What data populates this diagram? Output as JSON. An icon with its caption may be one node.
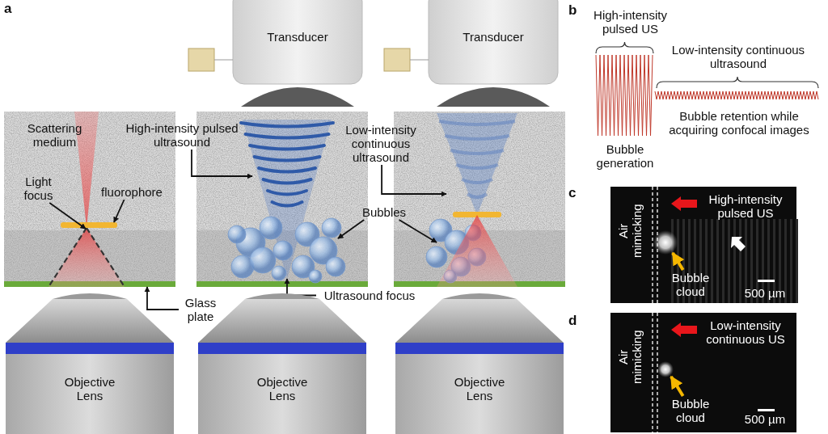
{
  "diagram": {
    "nodes": [
      {
        "text": [
          "Transducer"
        ]
      },
      {
        "text": [
          "Transducer"
        ]
      },
      {
        "text": [
          "Light focus"
        ]
      },
      {
        "text": [
          "fluorophore"
        ]
      },
      {
        "text": [
          "High-intensity pulsed ultrasound"
        ]
      },
      {
        "text": [
          "Low-intensity continuous ultrasound"
        ]
      },
      {
        "text": [
          "Bubbles"
        ]
      },
      {
        "text": [
          "Glass plate"
        ]
      },
      {
        "text": [
          "Ultrasound focus"
        ]
      },
      {
        "text": [
          "Objective Lens"
        ]
      },
      {
        "text": [
          "Objective Lens"
        ]
      },
      {
        "text": [
          "Objective Lens"
        ]
      },
      {
        "text": [
          "Bubble cloud"
        ]
      },
      {
        "text": [
          "Bubble cloud"
        ]
      },
      {
        "text": [],
        "shape": "cone"
      },
      {
        "text": [],
        "shape": "bar"
      },
      {
        "text": [],
        "shape": "picture"
      },
      {
        "text": [],
        "shape": "picture"
      },
      {
        "text": [],
        "shape": "picture"
      },
      {
        "text": [],
        "shape": "picture"
      },
      {
        "text": [],
        "shape": "bar"
      },
      {
        "text": [],
        "shape": "picture"
      },
      {
        "text": [],
        "shape": "picture"
      }
    ],
    "edges": [
      {
        "from": 2,
        "to": 14,
        "arrow": "to"
      },
      {
        "from": 3,
        "to": 15,
        "arrow": "to"
      },
      {
        "from": 4,
        "to": 16,
        "arrow": "to"
      },
      {
        "from": 5,
        "to": 17,
        "arrow": "to"
      },
      {
        "from": 6,
        "to": 18,
        "arrow": "to"
      },
      {
        "from": 6,
        "to": 19,
        "arrow": "to"
      },
      {
        "from": 7,
        "to": 20,
        "arrow": "to"
      },
      {
        "from": 8,
        "to": 16,
        "arrow": "to"
      },
      {
        "from": 12,
        "to": 21,
        "arrow": "to",
        "style": "thick",
        "color": "#f5b700"
      },
      {
        "from": 13,
        "to": 22,
        "arrow": "to",
        "style": "thick",
        "color": "#f5b700"
      }
    ],
    "labels": [
      "a",
      "b",
      "High-intensity pulsed US",
      "Low-intensity continuous ultrasound",
      "Scattering medium",
      "Bubble retention while acquiring confocal images",
      "Bubble generation",
      "c",
      "High-intensity pulsed US",
      "Air mimicking",
      "500 µm",
      "d",
      "Low-intensity continuous US",
      "Air mimicking",
      "500 µm"
    ]
  }
}
